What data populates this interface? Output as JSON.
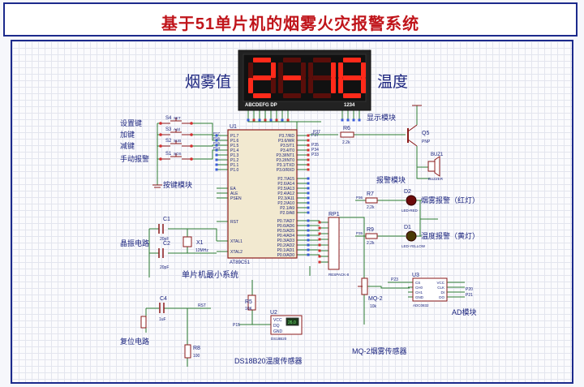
{
  "title": "基于51单片机的烟雾火灾报警系统",
  "display": {
    "label_left": "烟雾值",
    "label_right": "温度",
    "digits": [
      "2",
      "-",
      "1",
      "8"
    ],
    "seg_pins": "ABCDEFG DP",
    "digit_pins": "1234",
    "module_label": "显示模块"
  },
  "mcu": {
    "ref": "U1",
    "part": "AT89C51",
    "pins_left_top": [
      "P1.7",
      "P1.6",
      "P1.5",
      "P1.4",
      "P1.3",
      "P1.2",
      "P1.1",
      "P1.0"
    ],
    "pins_left_ctrl": [
      "EA",
      "ALE",
      "PSEN"
    ],
    "pin_rst": "RST",
    "pin_xtal1": "XTAL1",
    "pin_xtal2": "XTAL2",
    "pins_p3": [
      "P3.7/RD",
      "P3.6/WR",
      "P3.5/T1",
      "P3.4/T0",
      "P3.3/INT1",
      "P3.2/INT0",
      "P3.1/TXD",
      "P3.0/RXD"
    ],
    "pins_p2": [
      "P2.7/A15",
      "P2.6/A14",
      "P2.5/A13",
      "P2.4/A12",
      "P2.3/A11",
      "P2.2/A10",
      "P2.1/A9",
      "P2.0/A8"
    ],
    "pins_p0": [
      "P0.7/AD7",
      "P0.6/AD6",
      "P0.5/AD5",
      "P0.4/AD4",
      "P0.3/AD3",
      "P0.2/AD2",
      "P0.1/AD1",
      "P0.0/AD0"
    ],
    "net_labels_p3": [
      "P37",
      "P35",
      "P34",
      "P33"
    ],
    "section_label": "单片机最小系统"
  },
  "keys": {
    "items": [
      {
        "ref": "S4",
        "name": "SET",
        "label": "设置键"
      },
      {
        "ref": "S3",
        "name": "Add",
        "label": "加键"
      },
      {
        "ref": "S2",
        "name": "SUB",
        "label": "减键"
      },
      {
        "ref": "S1",
        "name": "SOS",
        "label": "手动报警"
      }
    ],
    "module_label": "按键模块",
    "net_labels": [
      "P17",
      "P16",
      "P15",
      "P14"
    ]
  },
  "buzzer": {
    "r_ref": "R6",
    "r_val": "2.2k",
    "net": "P37",
    "q_ref": "Q5",
    "q_type": "PNP",
    "buz_ref": "BUZ1",
    "buz_name": "BUZZER",
    "module_label": "报警模块"
  },
  "leds": [
    {
      "r_ref": "R7",
      "r_val": "2.2k",
      "net": "P36",
      "d_ref": "D2",
      "d_name": "LED-RED",
      "label": "烟雾报警（红灯）"
    },
    {
      "r_ref": "R9",
      "r_val": "2.2k",
      "net": "P35",
      "d_ref": "D1",
      "d_name": "LED-YELLOW",
      "label": "温度报警（黄灯）"
    }
  ],
  "rp1": {
    "ref": "RP1",
    "name": "RESPACK-8"
  },
  "crystal": {
    "c1_ref": "C1",
    "c1_val": "20pF",
    "c2_ref": "C2",
    "c2_val": "20pF",
    "x_ref": "X1",
    "x_val": "12MHz",
    "label": "晶振电路"
  },
  "reset": {
    "c_ref": "C4",
    "c_val": "1uF",
    "r_ref": "R8",
    "r_val": "100",
    "net": "RST",
    "label": "复位电路"
  },
  "ds18b20": {
    "r_ref": "R5",
    "r_val": "10K",
    "u_ref": "U2",
    "u_name": "DS18B20",
    "net": "P15",
    "pins": [
      "VCC",
      "DQ",
      "GND"
    ],
    "reading": "26.0",
    "label": "DS18B20温度传感器"
  },
  "mq2": {
    "ref": "MQ-2",
    "val": "10k",
    "label": "MQ-2烟雾传感器"
  },
  "adc": {
    "ref": "U3",
    "name": "ADC0832",
    "pins_left": [
      "CS",
      "CH0",
      "CH1",
      "GND"
    ],
    "pins_right": [
      "VCC",
      "CLK",
      "DI",
      "DO"
    ],
    "nets": [
      "P23",
      "P20",
      "P21"
    ],
    "label": "AD模块"
  },
  "colors": {
    "wire": "#2e7d32",
    "component": "#8b1a1a",
    "text": "#1a237e",
    "label_red": "#c0151b",
    "segment_on": "#ff2a1a",
    "segment_off": "#5a0e0a",
    "display_bg": "#222222",
    "pin_blue": "#3a5bd9",
    "pin_red": "#d32f2f"
  }
}
